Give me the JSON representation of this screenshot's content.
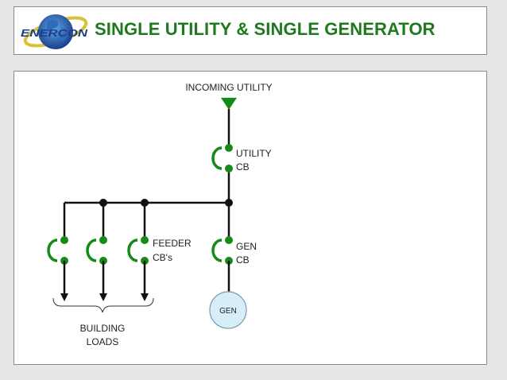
{
  "header": {
    "title": "SINGLE UTILITY & SINGLE GENERATOR",
    "logo_text": "ENERCON",
    "title_color": "#1f7a1f"
  },
  "diagram": {
    "incoming_utility": "INCOMING UTILITY",
    "utility_cb": [
      "UTILITY",
      "CB"
    ],
    "feeder_cbs": [
      "FEEDER",
      "CB's"
    ],
    "gen_cb": [
      "GEN",
      "CB"
    ],
    "generator": "GEN",
    "building_loads": [
      "BUILDING",
      "LOADS"
    ],
    "colors": {
      "breaker": "#168a16",
      "wire": "#111111",
      "generator_fill": "#d6eef8"
    }
  }
}
